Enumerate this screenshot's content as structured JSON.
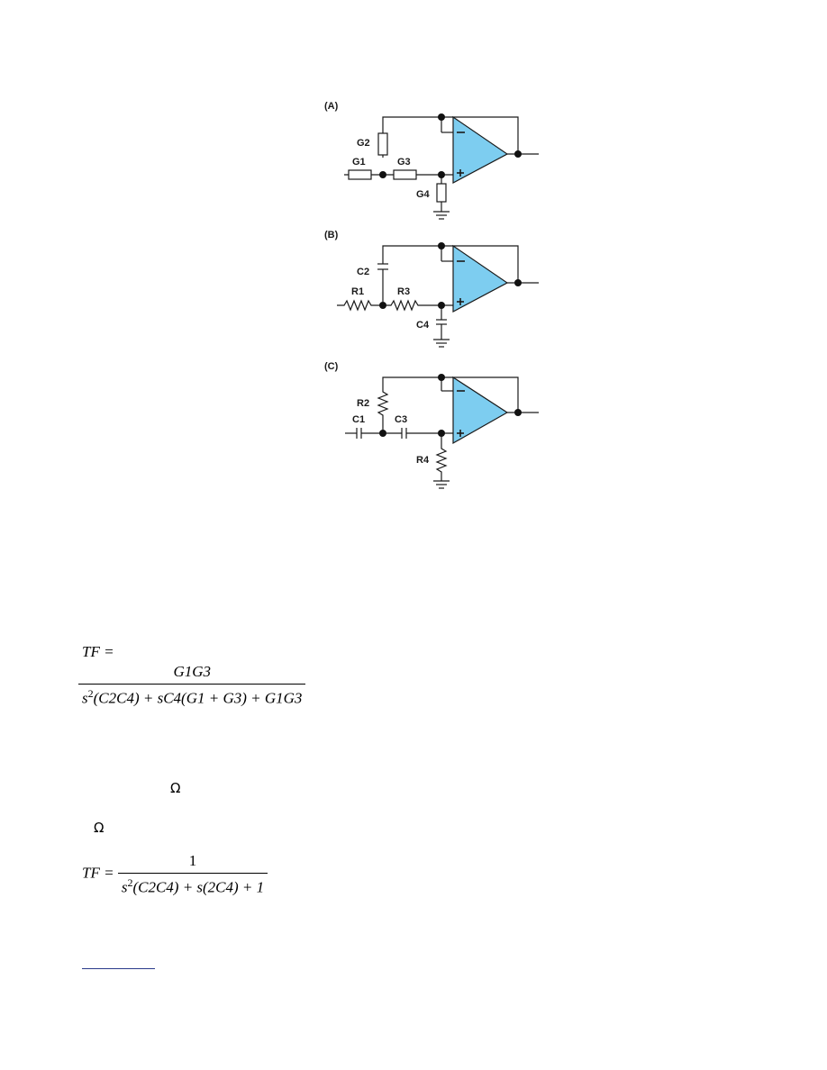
{
  "figure": {
    "panels": [
      {
        "label": "(A)",
        "series_label": "G2",
        "in_label": "G1",
        "mid_label": "G3",
        "shunt_label": "G4"
      },
      {
        "label": "(B)",
        "series_label": "C2",
        "in_label": "R1",
        "mid_label": "R3",
        "shunt_label": "C4"
      },
      {
        "label": "(C)",
        "series_label": "R2",
        "in_label": "C1",
        "mid_label": "C3",
        "shunt_label": "R4"
      }
    ],
    "minus_sign": "−",
    "plus_sign": "+"
  },
  "eq1": {
    "lhs": "TF =",
    "numerator": "G1G3",
    "den_a": "s",
    "den_exp": "2",
    "den_b": "(C2C4) + sC4(G1 + G3) + G1G3"
  },
  "omega1": "Ω",
  "omega2": "Ω",
  "eq2": {
    "lhs": "TF =",
    "numerator": "1",
    "den_a": "s",
    "den_exp": "2",
    "den_b": "(C2C4) + s(2C4) + 1"
  },
  "colors": {
    "opamp_fill": "#7dcdf0"
  }
}
